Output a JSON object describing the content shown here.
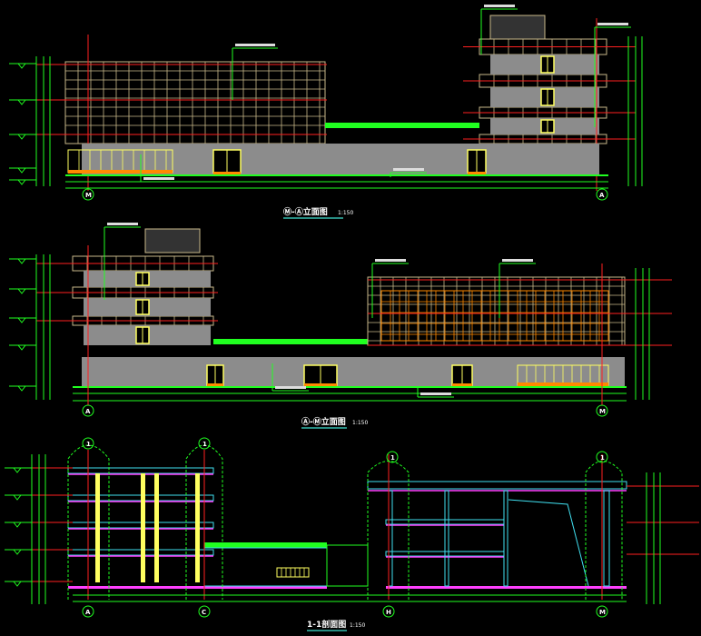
{
  "drawings": [
    {
      "title": "Ⓜ-Ⓐ立面图",
      "scale": "1:150",
      "axis_left": "M",
      "axis_right": "A"
    },
    {
      "title": "Ⓐ-Ⓜ立面图",
      "scale": "1:150",
      "axis_left": "A",
      "axis_right": "M"
    },
    {
      "title": "1-1剖面图",
      "scale": "1:150",
      "axes": [
        "A",
        "C",
        "H",
        "M"
      ],
      "section_marks": [
        "1",
        "1",
        "1",
        "1"
      ]
    }
  ],
  "colors": {
    "background": "#000000",
    "grid_tan": "#c8b88a",
    "axis_red": "#ff2020",
    "dimension_green": "#20ff20",
    "wall_gray": "#8c8c8c",
    "window_yellow": "#ffff60",
    "base_orange": "#ff8a00",
    "section_cyan": "#40e0f0",
    "slab_magenta": "#ff40ff"
  }
}
